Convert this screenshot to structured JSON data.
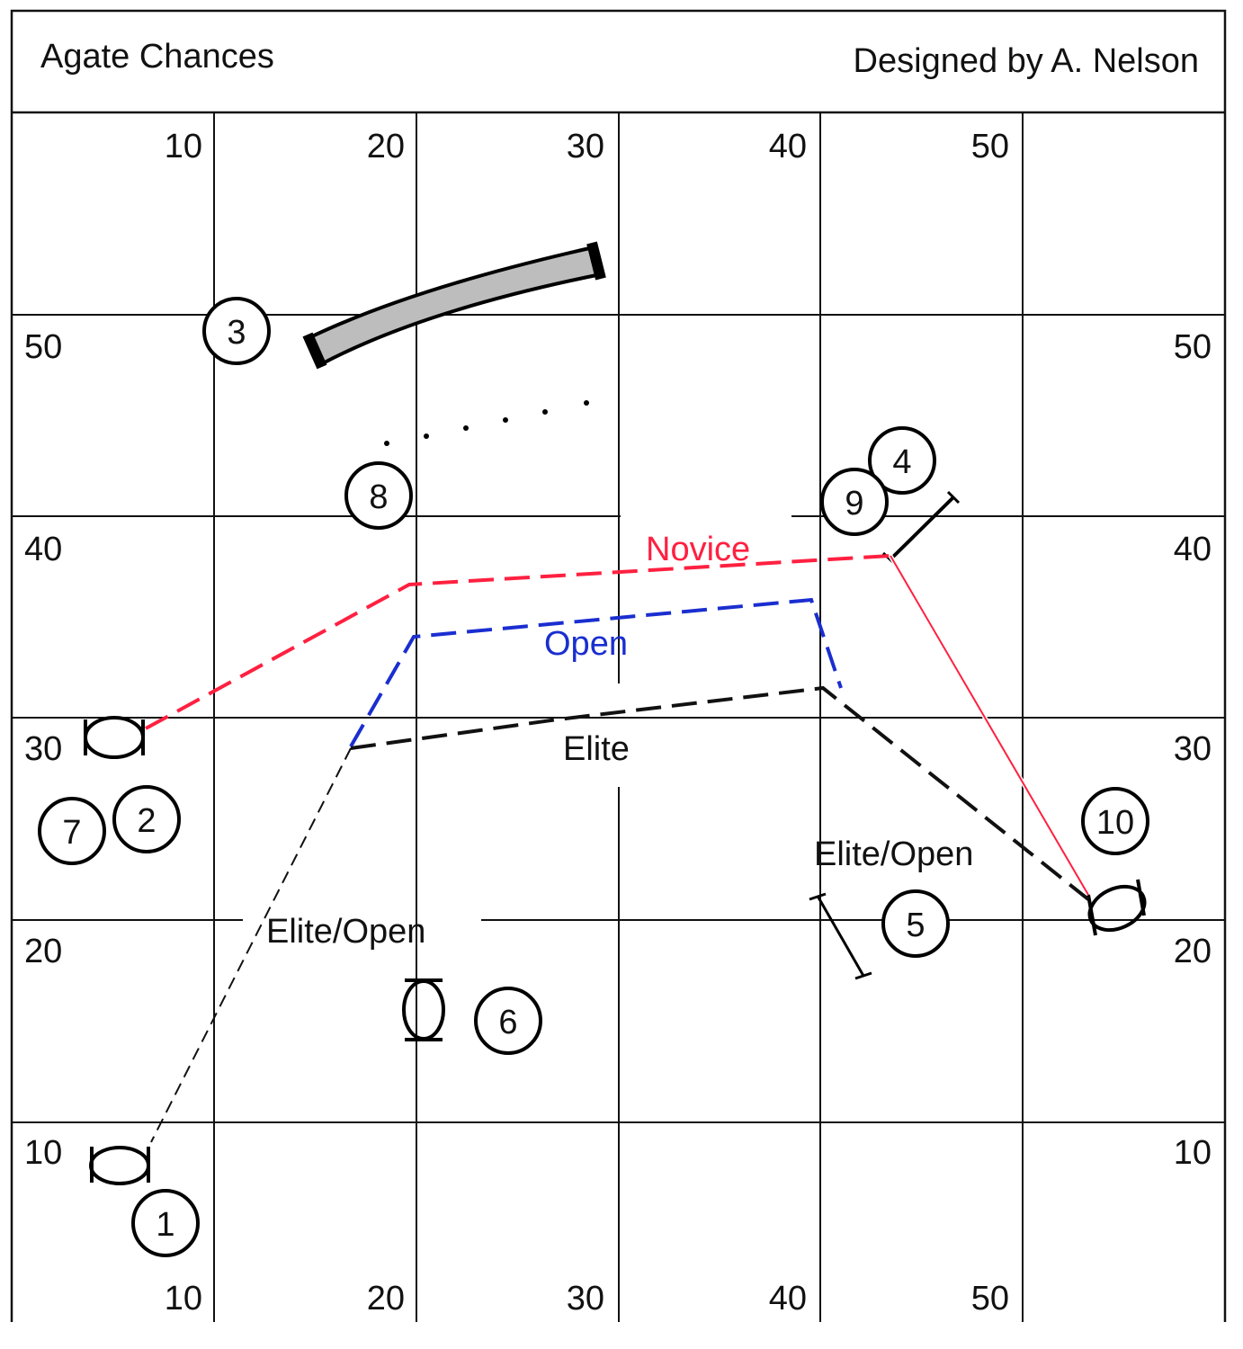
{
  "header": {
    "title": "Agate  Chances",
    "designer": "Designed by A. Nelson"
  },
  "axis": {
    "top": [
      "10",
      "20",
      "30",
      "40",
      "50"
    ],
    "bottom": [
      "10",
      "20",
      "30",
      "40",
      "50"
    ],
    "left": [
      "50",
      "40",
      "30",
      "20",
      "10"
    ],
    "right": [
      "50",
      "40",
      "30",
      "20",
      "10"
    ]
  },
  "obstacles": [
    "1",
    "2",
    "3",
    "4",
    "5",
    "6",
    "7",
    "8",
    "9",
    "10"
  ],
  "paths": {
    "novice": {
      "label": "Novice",
      "color": "#ff2040"
    },
    "open": {
      "label": "Open",
      "color": "#1a2ed0"
    },
    "elite": {
      "label": "Elite",
      "color": "#111111"
    },
    "elite_open_left": {
      "label": "Elite/Open"
    },
    "elite_open_right": {
      "label": "Elite/Open"
    }
  }
}
